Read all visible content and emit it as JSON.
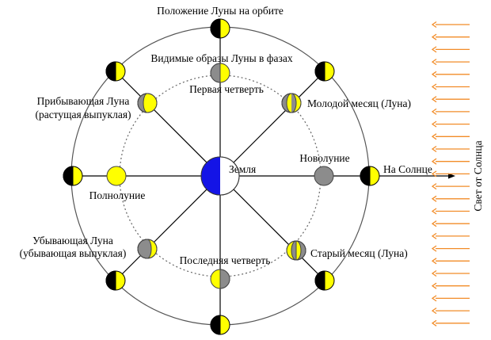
{
  "labels": {
    "orbit_position": "Положение Луны на орбите",
    "visible_phases": "Видимые образы Луны в фазах",
    "first_quarter": "Первая четверть",
    "waxing_gibbous_1": "Прибывающая Луна",
    "waxing_gibbous_2": "(растущая выпуклая)",
    "waxing_crescent": "Молодой месяц (Луна)",
    "earth": "Земля",
    "new_moon": "Новолуние",
    "to_sun": "На Солнце",
    "full_moon": "Полнолуние",
    "waning_gibbous_1": "Убывающая Луна",
    "waning_gibbous_2": "(убывающая выпуклая)",
    "last_quarter": "Последняя четверть",
    "waning_crescent": "Старый месяц (Луна)",
    "sunlight": "Свет от Солнца"
  },
  "colors": {
    "moon_lit": "#ffff00",
    "moon_dark": "#000000",
    "phase_shadow": "#8c8c8c",
    "earth_night": "#1414e6",
    "sun_rays": "#f28c28",
    "lines": "#000000"
  }
}
